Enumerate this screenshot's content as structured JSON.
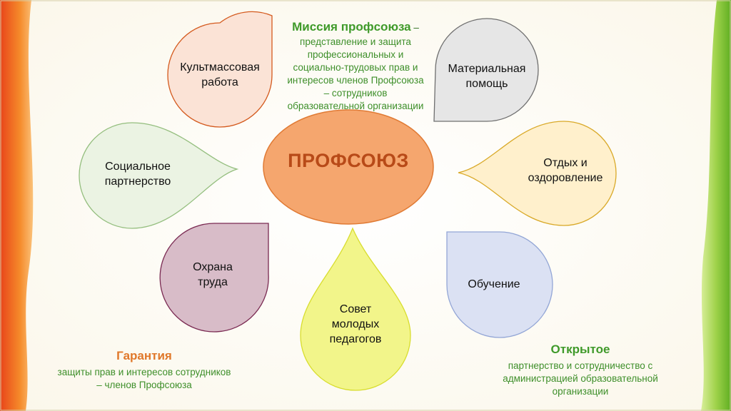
{
  "center": {
    "label": "ПРОФСОЮЗ"
  },
  "mission": {
    "title": "Миссия профсоюза",
    "dash": " –",
    "lines": [
      "представление и защита",
      "профессиональных и",
      "социально-трудовых прав и",
      "интересов членов Профсоюза",
      "– сотрудников",
      "образовательной организации"
    ]
  },
  "petals": [
    {
      "id": "cultural",
      "lines": [
        "Культмассовая",
        "работа"
      ],
      "fill": "#fbe3d6",
      "stroke": "#d45a1e"
    },
    {
      "id": "material",
      "lines": [
        "Материальная",
        "помощь"
      ],
      "fill": "#e6e6e6",
      "stroke": "#6f6f6f"
    },
    {
      "id": "social",
      "lines": [
        "Социальное",
        "партнерство"
      ],
      "fill": "#ebf3e3",
      "stroke": "#94be7e"
    },
    {
      "id": "rest",
      "lines": [
        "Отдых и",
        "оздоровление"
      ],
      "fill": "#fff0cc",
      "stroke": "#d9a928"
    },
    {
      "id": "safety",
      "lines": [
        "Охрана",
        "труда"
      ],
      "fill": "#d8bcc8",
      "stroke": "#7a2a52"
    },
    {
      "id": "youth",
      "lines": [
        "Совет",
        "молодых",
        "педагогов"
      ],
      "fill": "#f2f58a",
      "stroke": "#d8dd2e"
    },
    {
      "id": "education",
      "lines": [
        "Обучение"
      ],
      "fill": "#dbe1f3",
      "stroke": "#93a6d6"
    }
  ],
  "guarantee": {
    "title": "Гарантия",
    "lines": [
      "защиты прав и интересов сотрудников",
      "– членов Профсоюза"
    ]
  },
  "open": {
    "title": "Открытое",
    "lines": [
      "партнерство и сотрудничество с",
      "администрацией образовательной",
      "организации"
    ]
  }
}
